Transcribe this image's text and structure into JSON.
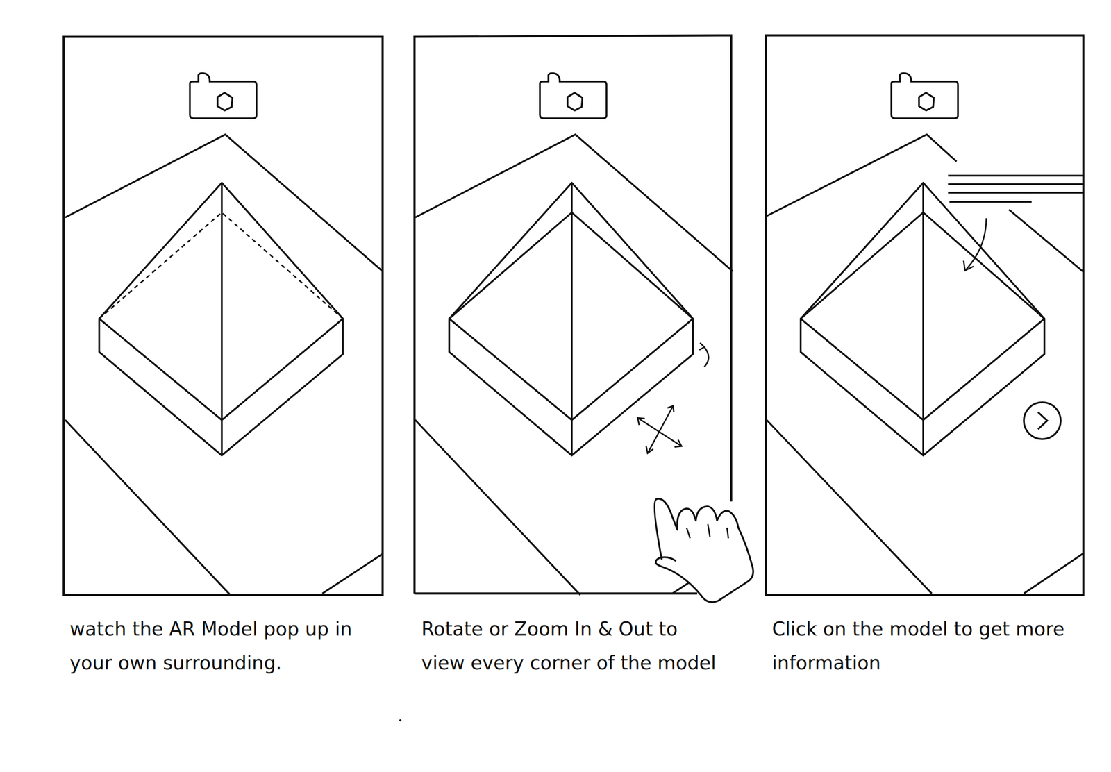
{
  "diagram": {
    "labels": [
      "watch the AR Model pop up in your own surrounding.",
      "Rotate or Zoom In & Out to view every corner of the model",
      "Click on the model to get more information"
    ]
  }
}
